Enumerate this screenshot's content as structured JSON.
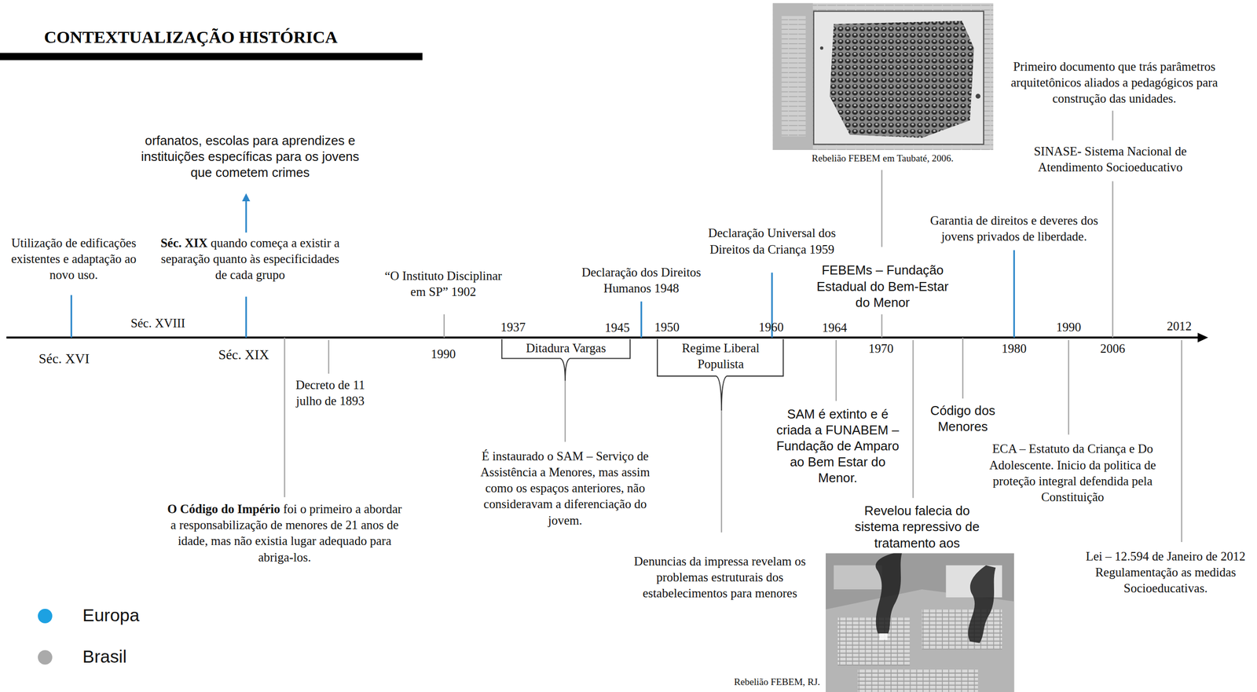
{
  "diagram": {
    "title": "CONTEXTUALIZAÇÃO HISTÓRICA",
    "labels": [
      "Utilização de edificações existentes e adaptação ao novo uso.",
      "Séc. XVI",
      "Séc. XVIII",
      "orfanatos, escolas para aprendizes e instituições específicas para os jovens que cometem crimes",
      "Séc. XIX quando começa a existir a separação quanto às especificidades de cada grupo",
      "Séc. XIX",
      "Decreto de 11 julho de 1893",
      "O Código do Império foi o primeiro a abordar a responsabilização de menores de 21 anos de idade, mas não existia lugar adequado para abriga-los.",
      "“O Instituto Disciplinar em SP” 1902",
      "1990",
      "1937",
      "1945",
      "Ditadura Vargas",
      "É instaurado o SAM – Serviço de Assistência a Menores, mas assim como os espaços anteriores, não consideravam a diferenciação do jovem.",
      "Declaração dos Direitos Humanos 1948",
      "1950",
      "Regime Liberal Populista",
      "Denuncias da impressa revelam os problemas estruturais dos estabelecimentos para menores",
      "Declaração Universal dos Direitos da Criança 1959",
      "1960",
      "1964",
      "SAM é extinto e é criada a FUNABEM – Fundação de Amparo ao Bem Estar do Menor.",
      "Rebelião FEBEM em Taubaté, 2006.",
      "FEBEMs – Fundação Estadual do Bem-Estar do Menor",
      "1970",
      "Revelou falecia do sistema repressivo de tratamento aos",
      "Código dos Menores",
      "Garantia de direitos e deveres dos jovens privados de liberdade.",
      "1980",
      "1990",
      "ECA – Estatuto da Criança e Do Adolescente. Inicio da politica de proteção integral defendida pela Constituição",
      "Primeiro documento que trás parâmetros arquitetônicos aliados a pedagógicos para construção das unidades.",
      "SINASE- Sistema Nacional de Atendimento Socioeducativo",
      "2006",
      "2012",
      "Lei – 12.594 de Janeiro de 2012 Regulamentação as medidas Socioeducativas.",
      "Rebelião FEBEM, RJ."
    ],
    "legend": [
      {
        "text": "Europa",
        "color": "#1da1e2"
      },
      {
        "text": "Brasil",
        "color": "#aaaaaa"
      }
    ]
  }
}
